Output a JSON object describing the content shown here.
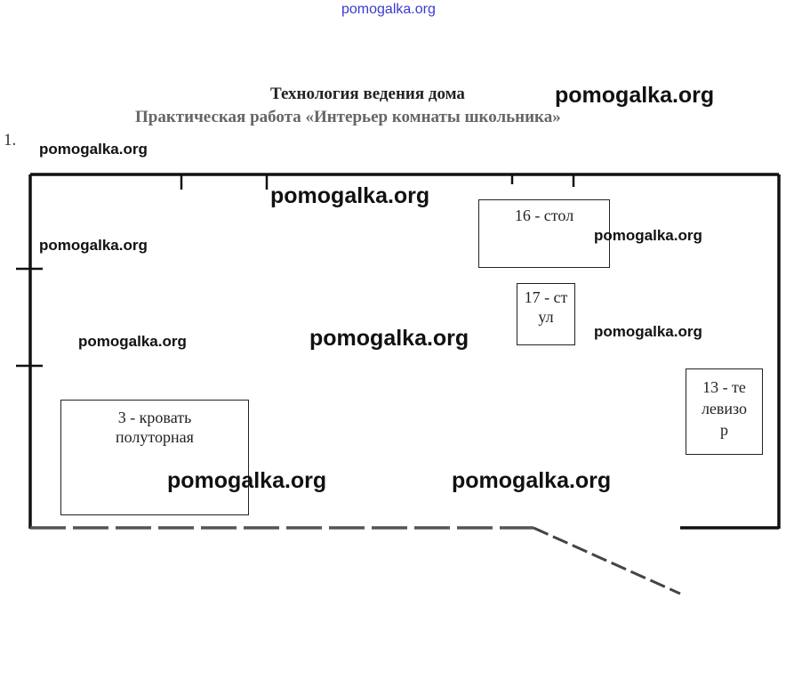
{
  "watermark_top": "pomogalka.org",
  "watermark": "pomogalka.org",
  "title": "Технология ведения дома",
  "subtitle": "Практическая работа «Интерьер комнаты школьника»",
  "item_number": "1.",
  "furniture": {
    "table": "16 - стол",
    "chair": "17 - стул",
    "tv": "13 - телевизор",
    "bed": "3 - кровать полуторная"
  }
}
